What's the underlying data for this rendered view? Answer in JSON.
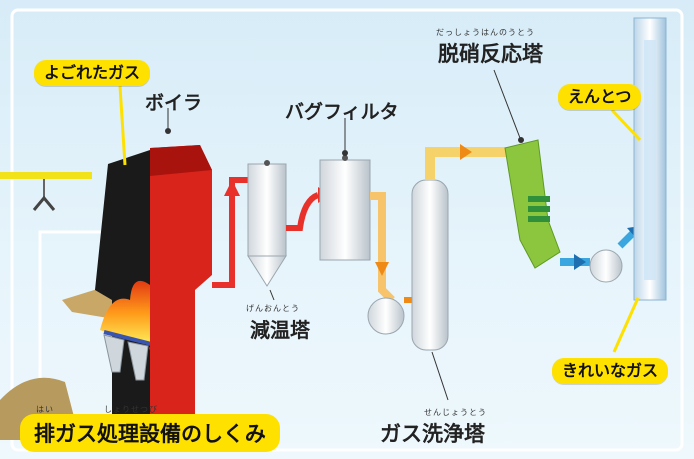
{
  "title": {
    "ruby_1": "はい",
    "ruby_2": "しょりせつび",
    "text": "排ガス処理設備のしくみ"
  },
  "callouts": {
    "dirty_gas": "よごれたガス",
    "chimney": "えんとつ",
    "clean_gas": "きれいなガス"
  },
  "equipment": {
    "boiler": "ボイラ",
    "bag_filter": "バグフィルタ",
    "denitration_ruby": "だっしょうはんのうとう",
    "denitration": "脱硝反応塔",
    "cooling_ruby": "げんおんとう",
    "cooling": "減温塔",
    "scrubber_ruby": "せんじょうとう",
    "scrubber": "ガス洗浄塔"
  },
  "colors": {
    "highlight": "#ffe100",
    "dirty_flow": "#e8312a",
    "mid_flow": "#f7a21b",
    "clean_flow": "#3aa6e0",
    "denitration_unit": "#8cc63f"
  }
}
